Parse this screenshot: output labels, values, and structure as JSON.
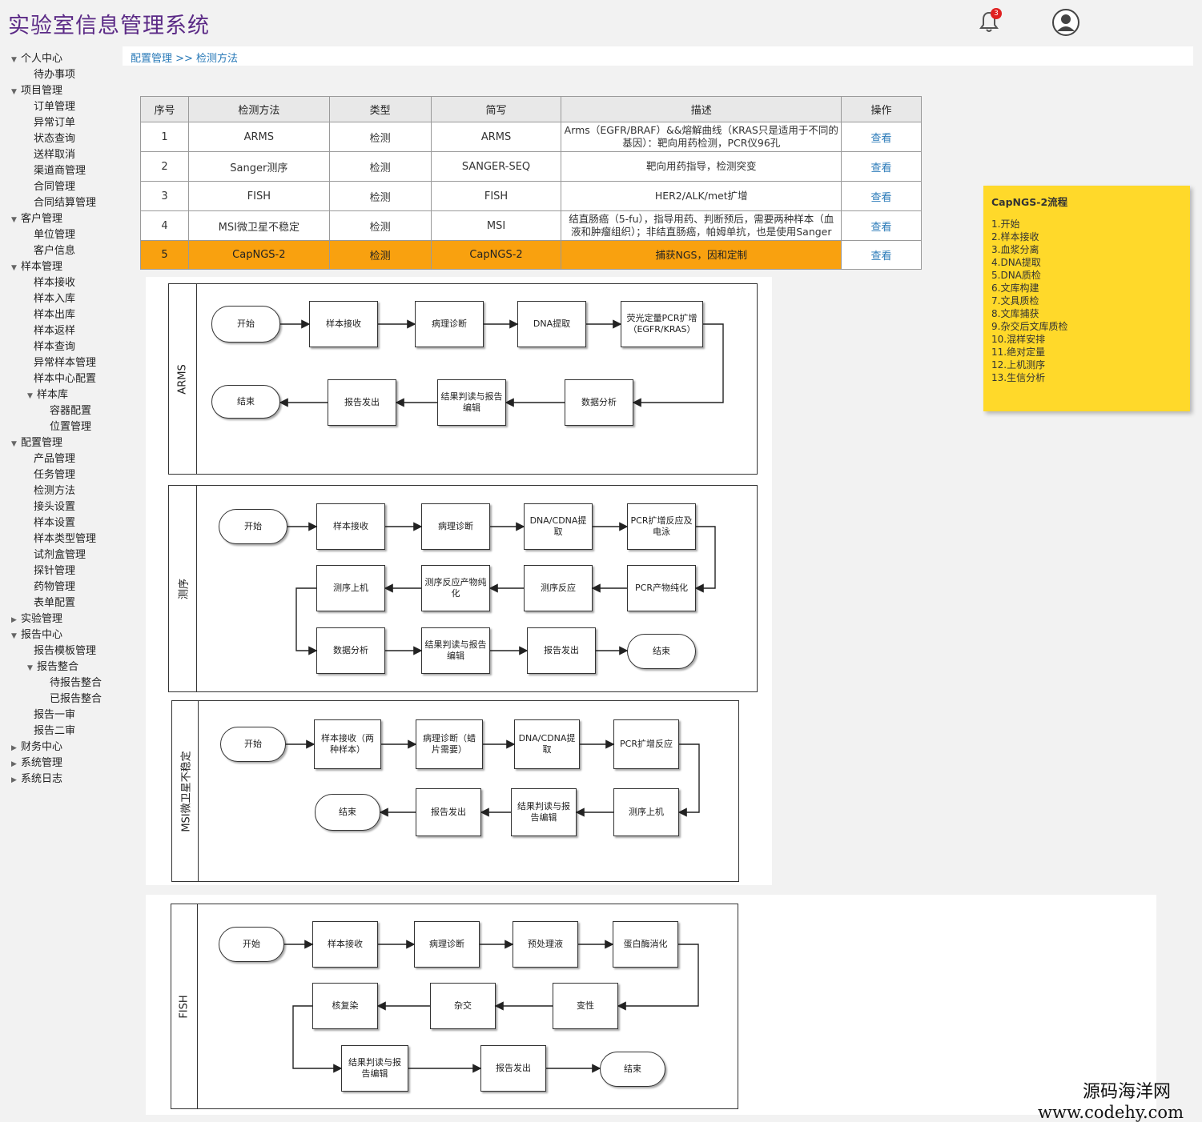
{
  "header": {
    "title": "实验室信息管理系统",
    "notification_count": "3"
  },
  "breadcrumb": "配置管理 >> 检测方法",
  "sidebar": [
    {
      "label": "个人中心",
      "level": 0,
      "state": "open"
    },
    {
      "label": "待办事项",
      "level": 1
    },
    {
      "label": "项目管理",
      "level": 0,
      "state": "open"
    },
    {
      "label": "订单管理",
      "level": 1
    },
    {
      "label": "异常订单",
      "level": 1
    },
    {
      "label": "状态查询",
      "level": 1
    },
    {
      "label": "送样取消",
      "level": 1
    },
    {
      "label": "渠道商管理",
      "level": 1
    },
    {
      "label": "合同管理",
      "level": 1
    },
    {
      "label": "合同结算管理",
      "level": 1
    },
    {
      "label": "客户管理",
      "level": 0,
      "state": "open"
    },
    {
      "label": "单位管理",
      "level": 1
    },
    {
      "label": "客户信息",
      "level": 1
    },
    {
      "label": "样本管理",
      "level": 0,
      "state": "open"
    },
    {
      "label": "样本接收",
      "level": 1
    },
    {
      "label": "样本入库",
      "level": 1
    },
    {
      "label": "样本出库",
      "level": 1
    },
    {
      "label": "样本返样",
      "level": 1
    },
    {
      "label": "样本查询",
      "level": 1
    },
    {
      "label": "异常样本管理",
      "level": 1
    },
    {
      "label": "样本中心配置",
      "level": 1
    },
    {
      "label": "样本库",
      "level": 1,
      "state": "open"
    },
    {
      "label": "容器配置",
      "level": 2
    },
    {
      "label": "位置管理",
      "level": 2
    },
    {
      "label": "配置管理",
      "level": 0,
      "state": "open"
    },
    {
      "label": "产品管理",
      "level": 1
    },
    {
      "label": "任务管理",
      "level": 1
    },
    {
      "label": "检测方法",
      "level": 1
    },
    {
      "label": "接头设置",
      "level": 1
    },
    {
      "label": "样本设置",
      "level": 1
    },
    {
      "label": "样本类型管理",
      "level": 1
    },
    {
      "label": "试剂盒管理",
      "level": 1
    },
    {
      "label": "探针管理",
      "level": 1
    },
    {
      "label": "药物管理",
      "level": 1
    },
    {
      "label": "表单配置",
      "level": 1
    },
    {
      "label": "实验管理",
      "level": 0,
      "state": "closed"
    },
    {
      "label": "报告中心",
      "level": 0,
      "state": "open"
    },
    {
      "label": "报告模板管理",
      "level": 1
    },
    {
      "label": "报告整合",
      "level": 1,
      "state": "open"
    },
    {
      "label": "待报告整合",
      "level": 2
    },
    {
      "label": "已报告整合",
      "level": 2
    },
    {
      "label": "报告一审",
      "level": 1
    },
    {
      "label": "报告二审",
      "level": 1
    },
    {
      "label": "财务中心",
      "level": 0,
      "state": "closed"
    },
    {
      "label": "系统管理",
      "level": 0,
      "state": "closed"
    },
    {
      "label": "系统日志",
      "level": 0,
      "state": "closed"
    }
  ],
  "table": {
    "headers": [
      "序号",
      "检测方法",
      "类型",
      "简写",
      "描述",
      "操作"
    ],
    "rows": [
      {
        "no": "1",
        "method": "ARMS",
        "type": "检测",
        "abbr": "ARMS",
        "desc": "Arms（EGFR/BRAF）&&熔解曲线（KRAS只是适用于不同的基因）：靶向用药检测，PCR仪96孔",
        "action": "查看",
        "highlight": false
      },
      {
        "no": "2",
        "method": "Sanger测序",
        "type": "检测",
        "abbr": "SANGER-SEQ",
        "desc": "靶向用药指导，检测突变",
        "action": "查看",
        "highlight": false
      },
      {
        "no": "3",
        "method": "FISH",
        "type": "检测",
        "abbr": "FISH",
        "desc": "HER2/ALK/met扩增",
        "action": "查看",
        "highlight": false
      },
      {
        "no": "4",
        "method": "MSI微卫星不稳定",
        "type": "检测",
        "abbr": "MSI",
        "desc": "结直肠癌（5-fu），指导用药、判断预后，需要两种样本（血液和肿瘤组织）；非结直肠癌，帕姆单抗，也是使用Sanger",
        "action": "查看",
        "highlight": false
      },
      {
        "no": "5",
        "method": "CapNGS-2",
        "type": "检测",
        "abbr": "CapNGS-2",
        "desc": "捕获NGS，因和定制",
        "action": "查看",
        "highlight": true
      }
    ]
  },
  "sticky": {
    "title": "CapNGS-2流程",
    "steps": [
      "1.开始",
      "2.样本接收",
      "3.血浆分离",
      "4.DNA提取",
      "5.DNA质检",
      "6.文库构建",
      "7.文具质检",
      "8.文库捕获",
      "9.杂交后文库质检",
      "10.混样安排",
      "11.绝对定量",
      "12.上机测序",
      "13.生信分析"
    ]
  },
  "lanes": [
    {
      "label": "ARMS",
      "nodes": [
        "开始",
        "样本接收",
        "病理诊断",
        "DNA提取",
        "荧光定量PCR扩增（EGFR/KRAS）",
        "结束",
        "报告发出",
        "结果判读与报告编辑",
        "数据分析"
      ]
    },
    {
      "label": "测序",
      "nodes": [
        "开始",
        "样本接收",
        "病理诊断",
        "DNA/CDNA提取",
        "PCR扩增反应及电泳",
        "测序上机",
        "测序反应产物纯化",
        "测序反应",
        "PCR产物纯化",
        "数据分析",
        "结果判读与报告编辑",
        "报告发出",
        "结束"
      ]
    },
    {
      "label": "MSI微卫星不稳定",
      "nodes": [
        "开始",
        "样本接收（两种样本）",
        "病理诊断（蜡片需要）",
        "DNA/CDNA提取",
        "PCR扩增反应",
        "结束",
        "报告发出",
        "结果判读与报告编辑",
        "测序上机"
      ]
    },
    {
      "label": "FISH",
      "nodes": [
        "开始",
        "样本接收",
        "病理诊断",
        "预处理液",
        "蛋白酶消化",
        "核复染",
        "杂交",
        "变性",
        "结果判读与报告编辑",
        "报告发出",
        "结束"
      ]
    }
  ],
  "watermark": {
    "line1": "源码海洋网",
    "line2": "www.codehy.com"
  },
  "colors": {
    "title": "#5b2a86",
    "link": "#2a7ab8",
    "highlight_row": "#f9a10f",
    "sticky": "#ffd92a"
  }
}
